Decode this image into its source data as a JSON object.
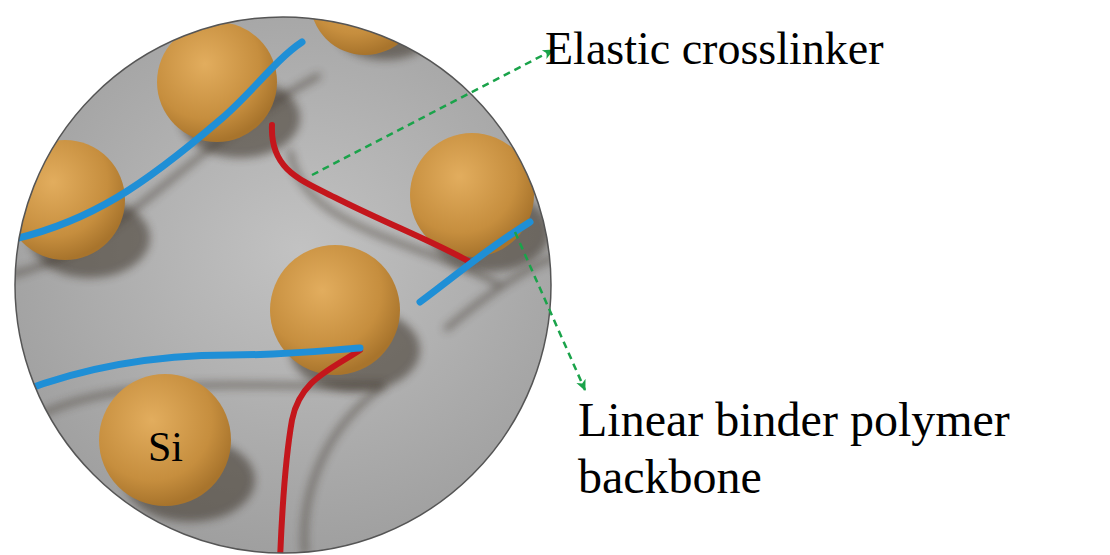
{
  "diagram": {
    "labels": [
      "Elastic crosslinker",
      "Linear binder polymer backbone",
      "Si"
    ]
  }
}
